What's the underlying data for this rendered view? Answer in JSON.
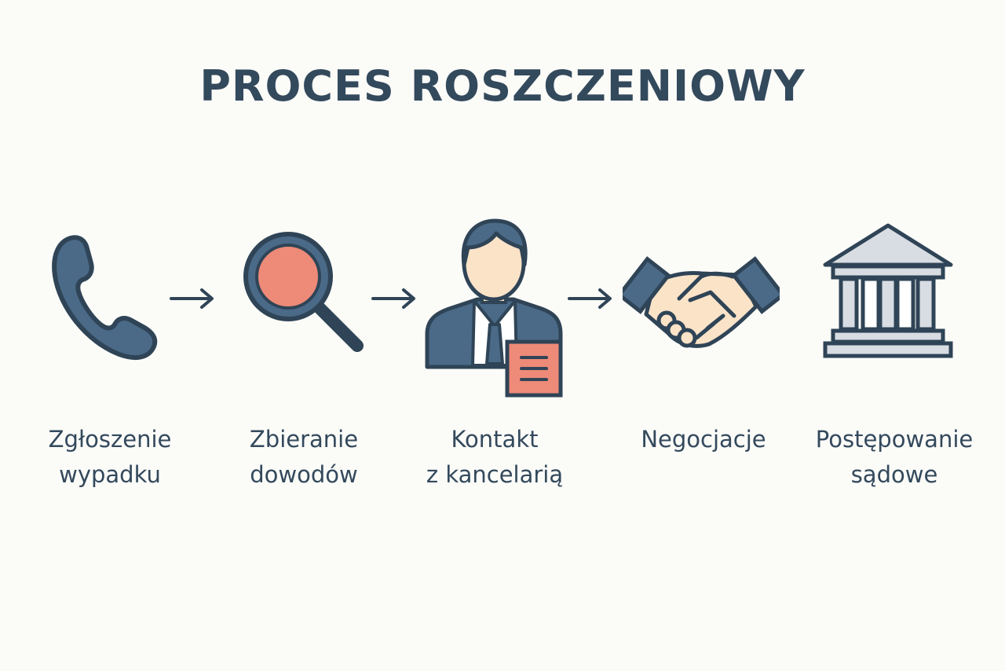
{
  "title": "PROCES ROSZCZENIOWY",
  "colors": {
    "dark": "#2f4456",
    "blue": "#4a6a88",
    "skin": "#fbe3c8",
    "coral": "#ee8a78",
    "gray": "#d8dde3",
    "background": "#fbfbf8"
  },
  "steps": [
    {
      "icon": "phone-icon",
      "line1": "Zgłoszenie",
      "line2": "wypadku"
    },
    {
      "icon": "magnifier-icon",
      "line1": "Zbieranie",
      "line2": "dowodów"
    },
    {
      "icon": "lawyer-icon",
      "line1": "Kontakt",
      "line2": "z kancelarią"
    },
    {
      "icon": "handshake-icon",
      "line1": "Negocjacje",
      "line2": ""
    },
    {
      "icon": "courthouse-icon",
      "line1": "Postępowanie",
      "line2": "sądowe"
    }
  ]
}
